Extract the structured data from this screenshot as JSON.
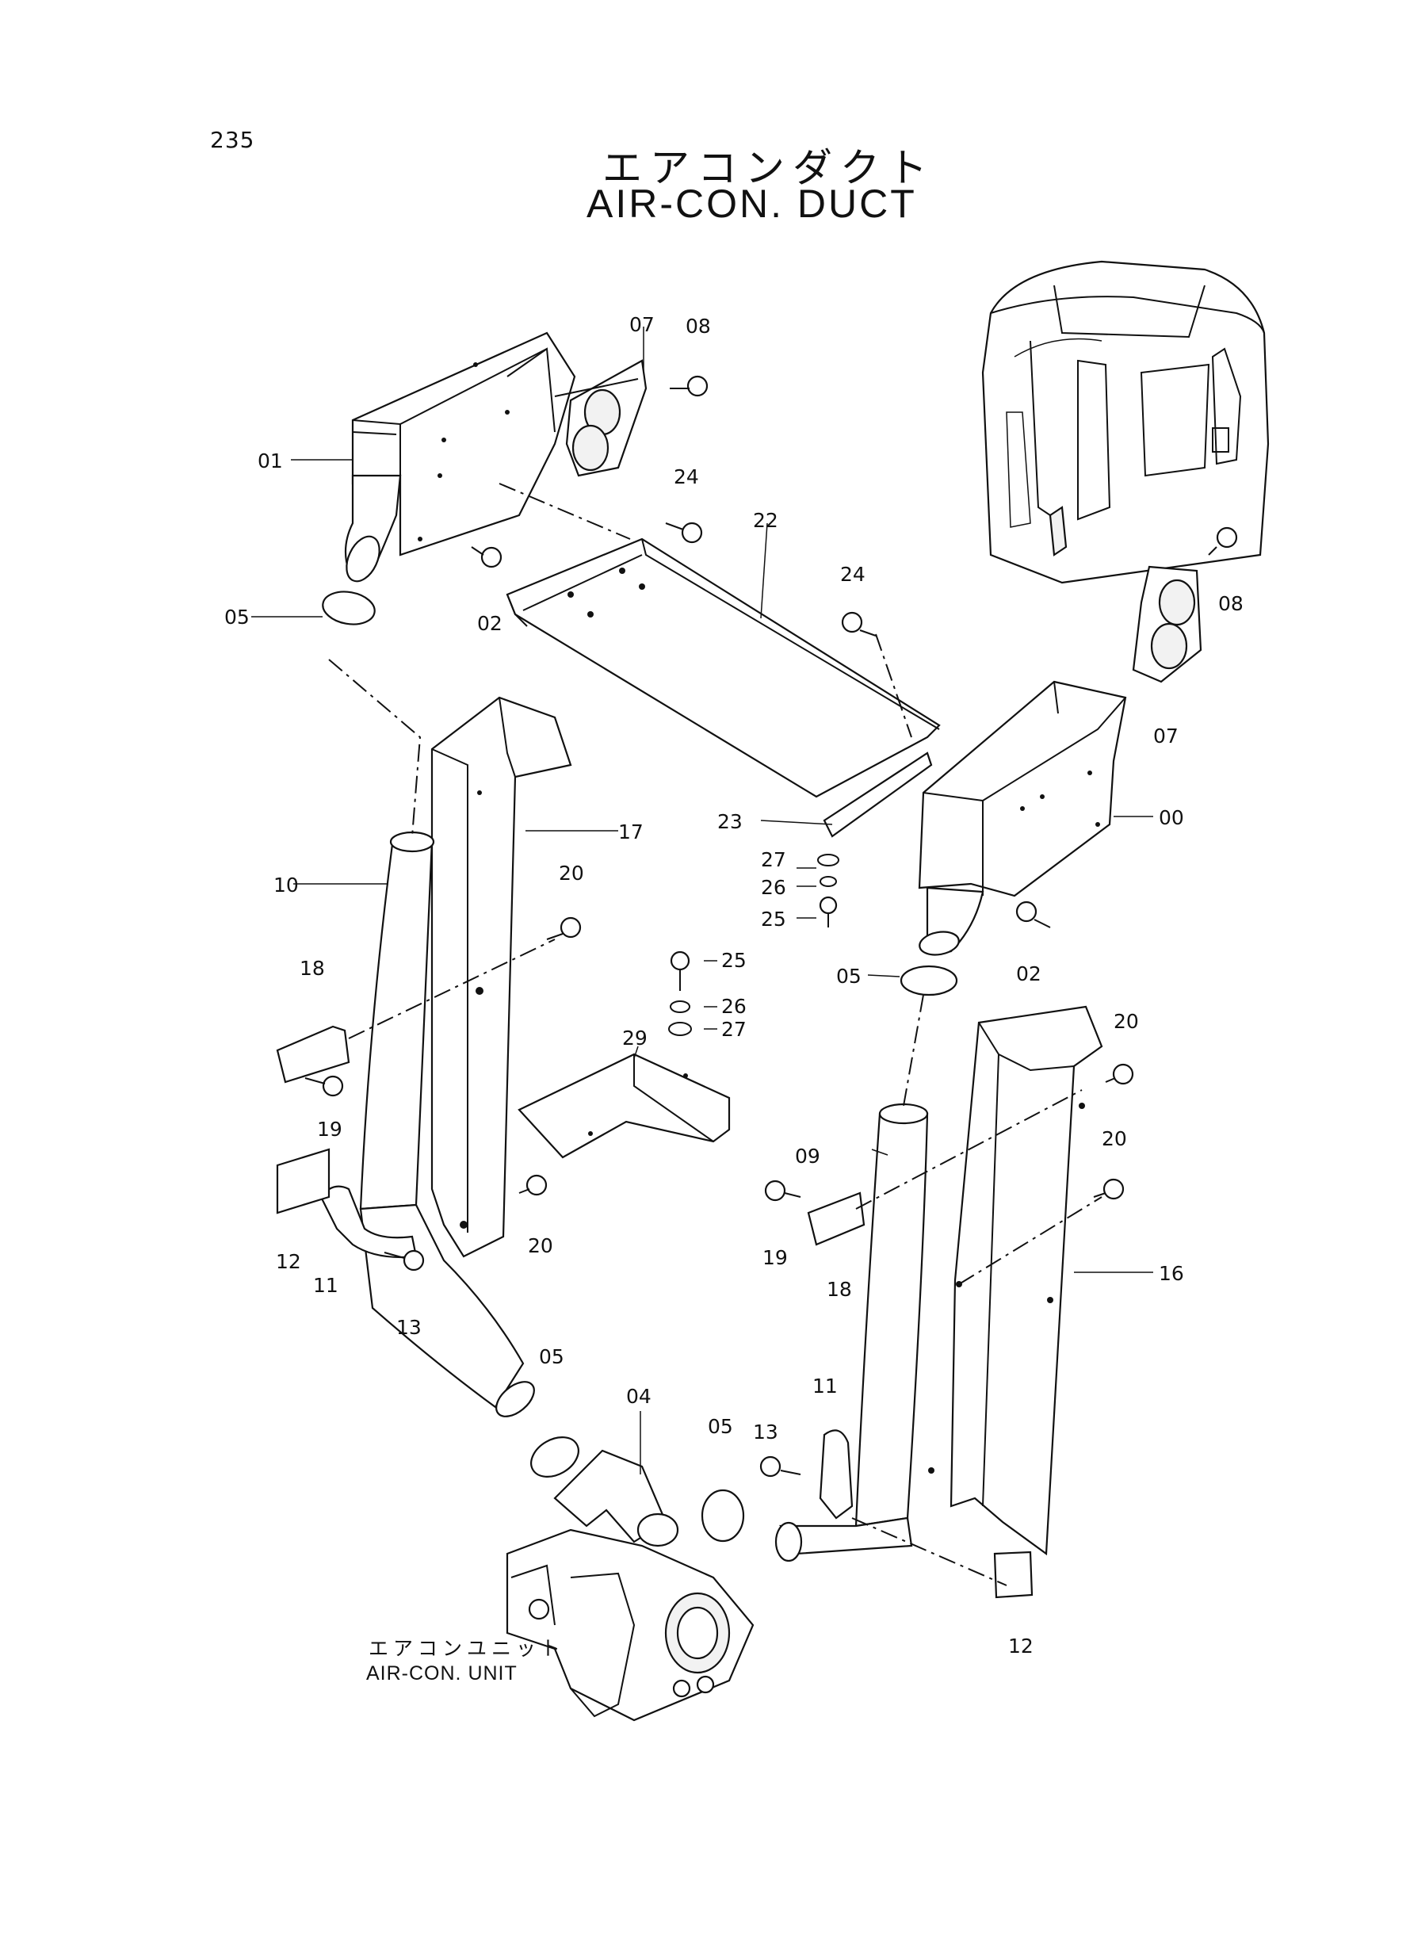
{
  "page_number": "235",
  "title": {
    "jp": "エアコンダクト",
    "en": "AIR-CON. DUCT"
  },
  "unit_label": {
    "jp": "エアコンユニット",
    "en": "AIR-CON. UNIT"
  },
  "callouts": {
    "c00": "00",
    "c01": "01",
    "c02a": "02",
    "c02b": "02",
    "c04": "04",
    "c05a": "05",
    "c05b": "05",
    "c05c": "05",
    "c05d": "05",
    "c07a": "07",
    "c07b": "07",
    "c08a": "08",
    "c08b": "08",
    "c09": "09",
    "c10": "10",
    "c11a": "11",
    "c11b": "11",
    "c12a": "12",
    "c12b": "12",
    "c13a": "13",
    "c13b": "13",
    "c16": "16",
    "c17": "17",
    "c18a": "18",
    "c18b": "18",
    "c19a": "19",
    "c19b": "19",
    "c20a": "20",
    "c20b": "20",
    "c20c": "20",
    "c20d": "20",
    "c22": "22",
    "c23": "23",
    "c24a": "24",
    "c24b": "24",
    "c25a": "25",
    "c25b": "25",
    "c26a": "26",
    "c26b": "26",
    "c27a": "27",
    "c27b": "27",
    "c29": "29"
  }
}
